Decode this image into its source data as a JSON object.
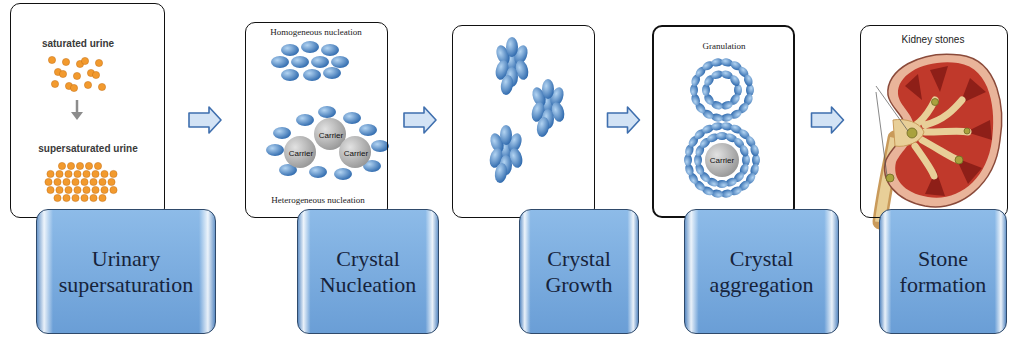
{
  "diagram": {
    "nodes": [
      {
        "text": [
          "saturated urine",
          "supersaturated urine",
          "Urinary supersaturation"
        ]
      },
      {
        "text": [
          "Homogeneous nucleation",
          "Carrier",
          "Carrier",
          "Carrier",
          "Heterogeneous nucleation",
          "Crystal Nucleation"
        ]
      },
      {
        "text": [
          "Crystal Growth"
        ]
      },
      {
        "text": [
          "Granulation",
          "Carrier",
          "Crystal aggregation"
        ]
      },
      {
        "text": [
          "Kidney stones",
          "Stone formation"
        ]
      }
    ],
    "edges": [
      {
        "from": 0,
        "to": 1,
        "arrow": "to"
      },
      {
        "from": 1,
        "to": 2,
        "arrow": "to"
      },
      {
        "from": 2,
        "to": 3,
        "arrow": "to"
      },
      {
        "from": 3,
        "to": 4,
        "arrow": "to"
      }
    ]
  }
}
